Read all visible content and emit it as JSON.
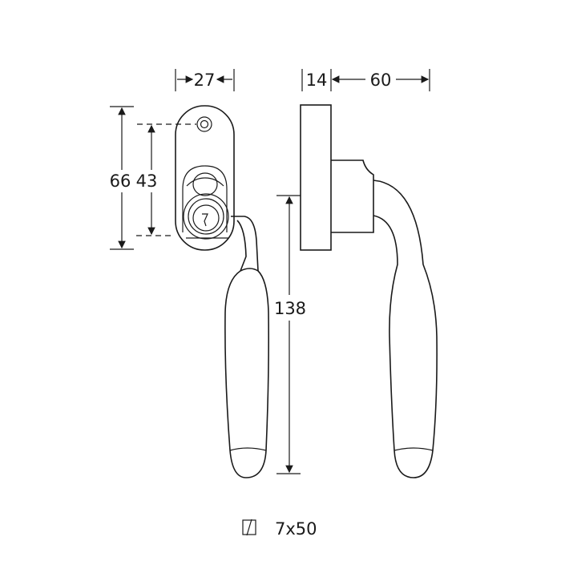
{
  "drawing": {
    "front_view": {
      "width_label": "27",
      "overall_height_label": "66",
      "hole_spacing_label": "43"
    },
    "side_view": {
      "base_depth_label": "14",
      "projection_label": "60",
      "handle_length_label": "138"
    },
    "spindle": {
      "symbol": "square-spindle-icon",
      "label": "7x50"
    }
  }
}
